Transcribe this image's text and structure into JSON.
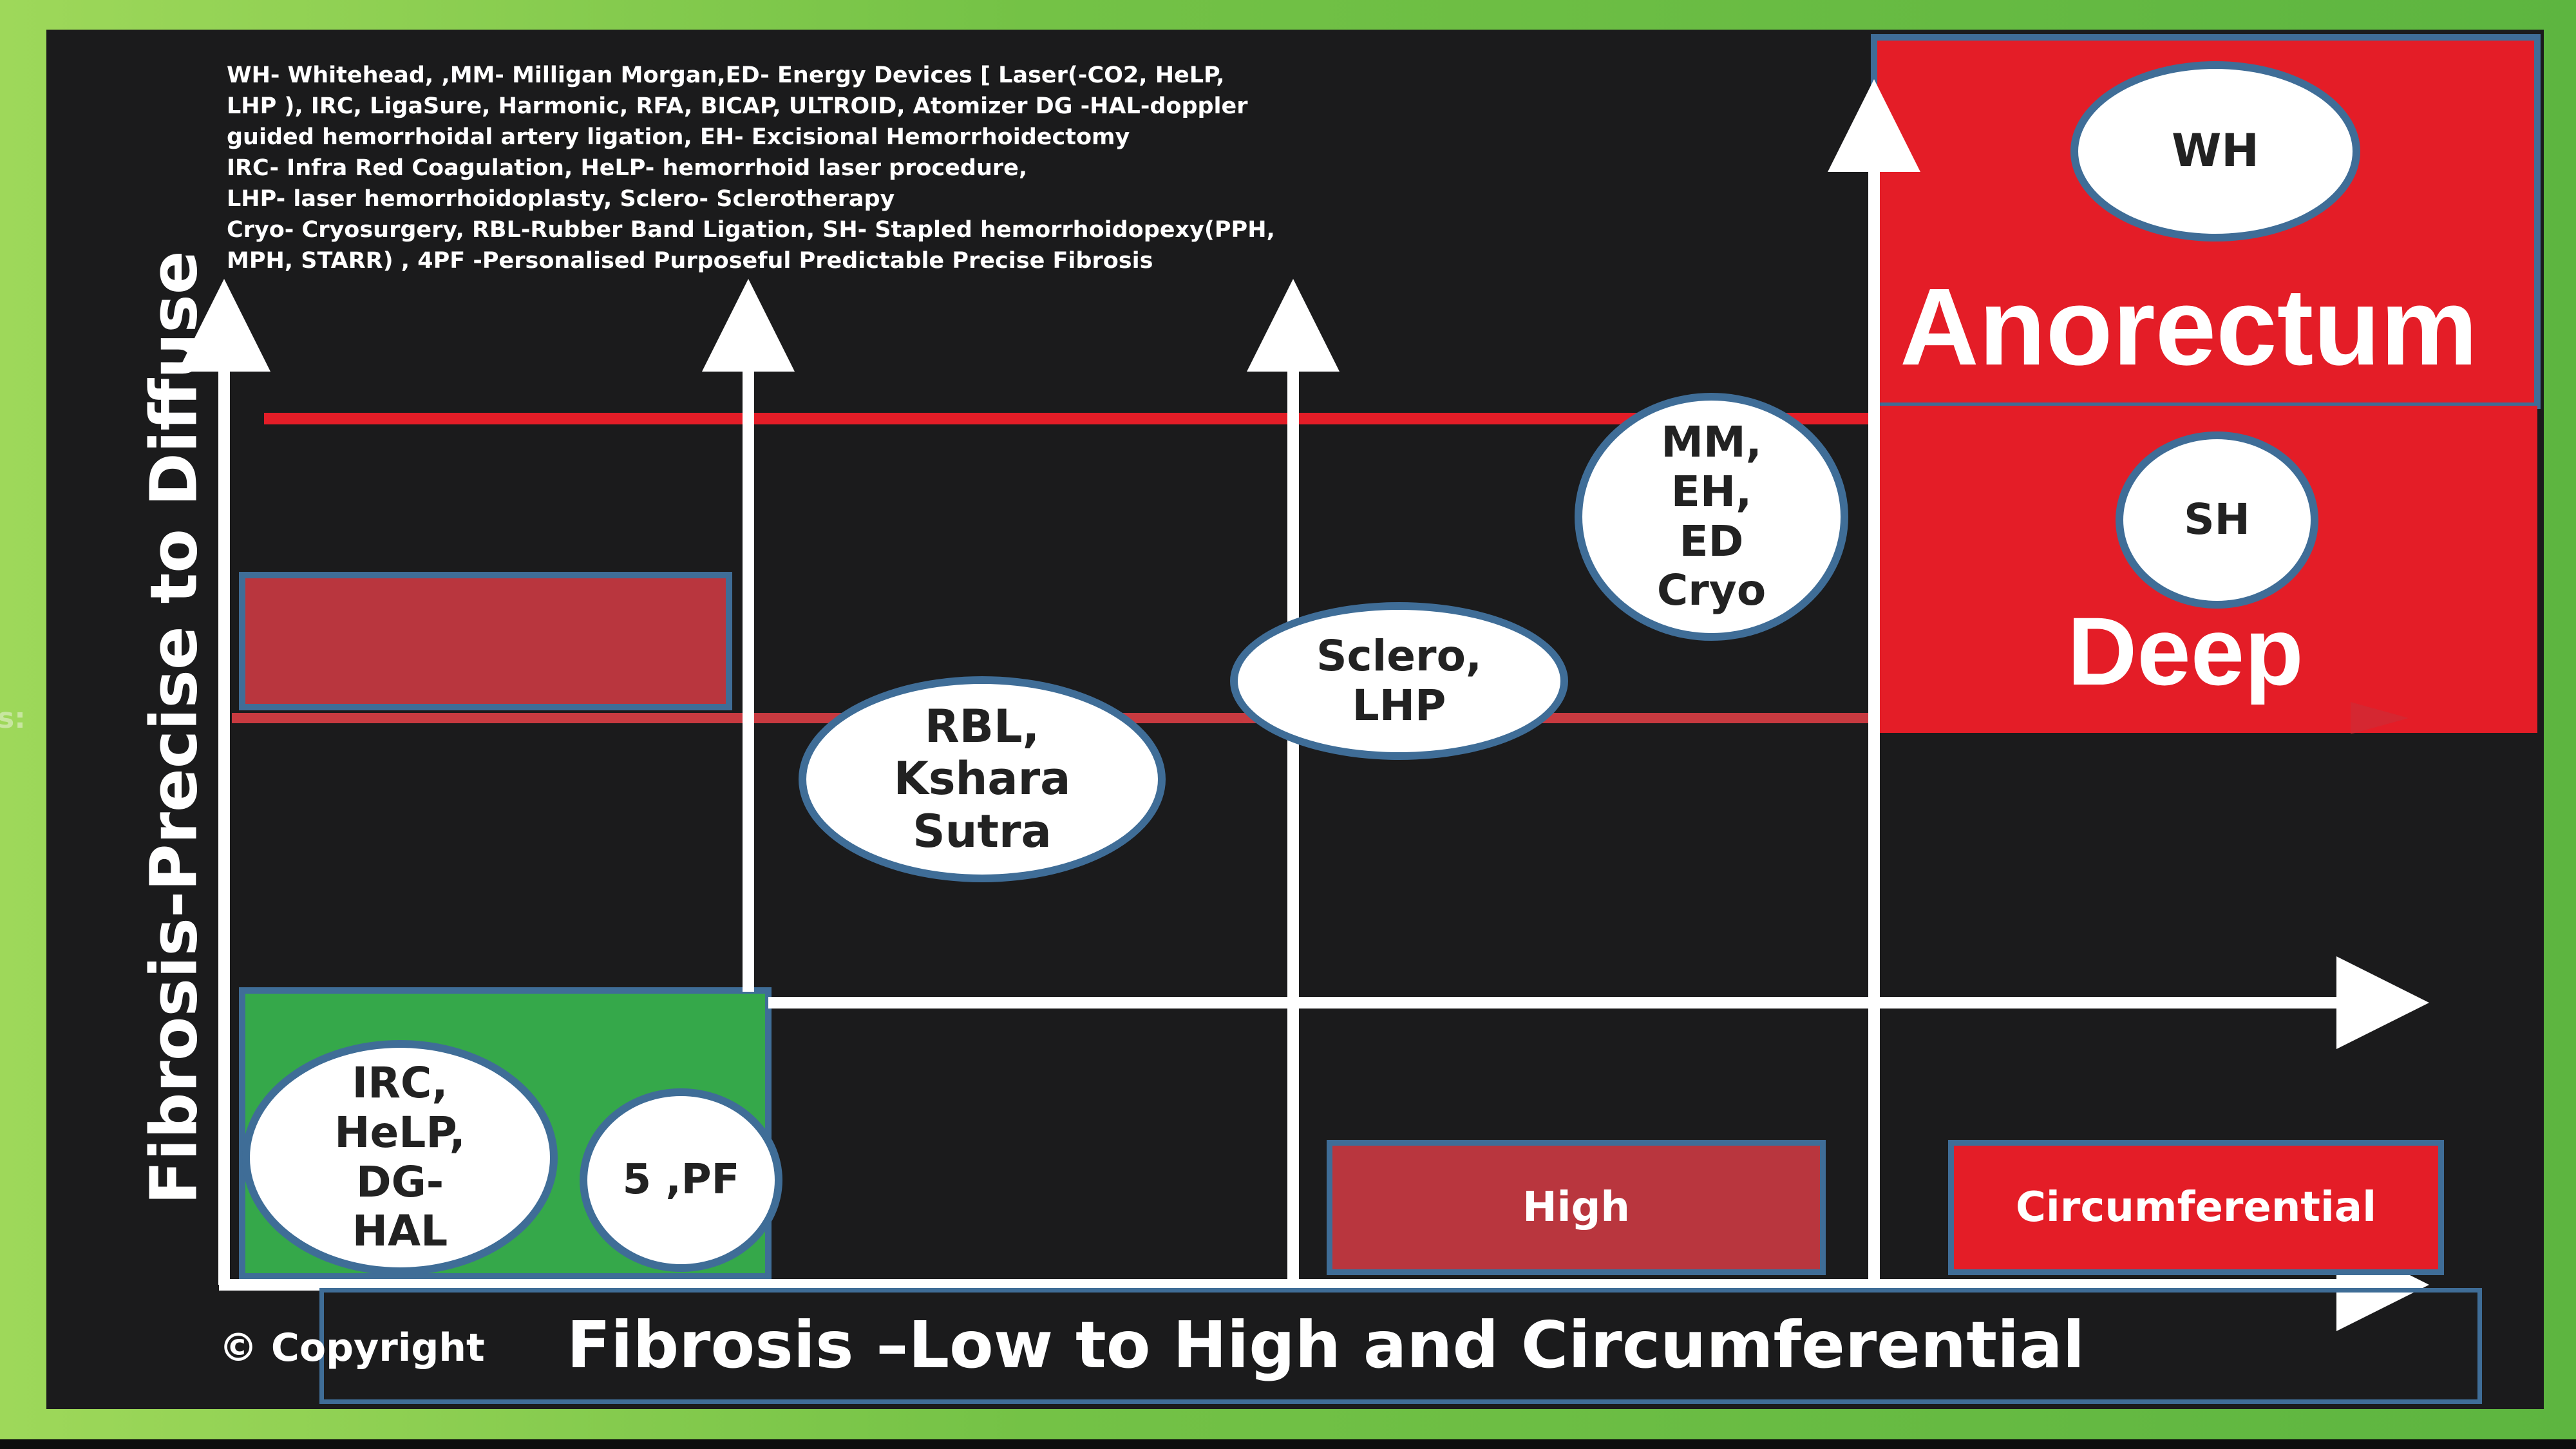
{
  "legend_text": "WH- Whitehead,  ,MM- Milligan Morgan,ED- Energy Devices [ Laser(-CO2, HeLP,\nLHP ), IRC, LigaSure, Harmonic, RFA, BICAP, ULTROID, Atomizer DG  -HAL-doppler\nguided hemorrhoidal artery ligation, EH- Excisional Hemorrhoidectomy\n IRC- Infra Red Coagulation,  HeLP- hemorrhoid laser procedure,\nLHP- laser hemorrhoidoplasty, Sclero- Sclerotherapy\nCryo- Cryosurgery, RBL-Rubber Band Ligation, SH- Stapled hemorrhoidopexy(PPH,\nMPH, STARR) , 4PF -Personalised Purposeful Predictable Precise Fibrosis",
  "y_axis_label": "Fibrosis-Precise to Diffuse",
  "x_axis_label": "Fibrosis –Low to High and Circumferential",
  "copyright": "©  Copyright",
  "stray_char": "s:",
  "zones": {
    "anorectum": "Anorectum",
    "deep": "Deep"
  },
  "bubbles": {
    "wh": "WH",
    "sh": "SH",
    "mm_group": "MM,\nEH,\nED\nCryo",
    "sclero": "Sclero,\nLHP",
    "rbl": "RBL,\nKshara\nSutra",
    "irc": "IRC,\nHeLP,\nDG-\nHAL",
    "pf": "5 ,PF"
  },
  "boxes": {
    "high": "High",
    "circumferential": "Circumferential"
  },
  "colors": {
    "panel": "#1b1b1c",
    "red": "#e41d27",
    "dark_red": "#b9363e",
    "green": "#35a84a",
    "border_blue": "#3f6d97",
    "frame_green": "#74c246"
  }
}
